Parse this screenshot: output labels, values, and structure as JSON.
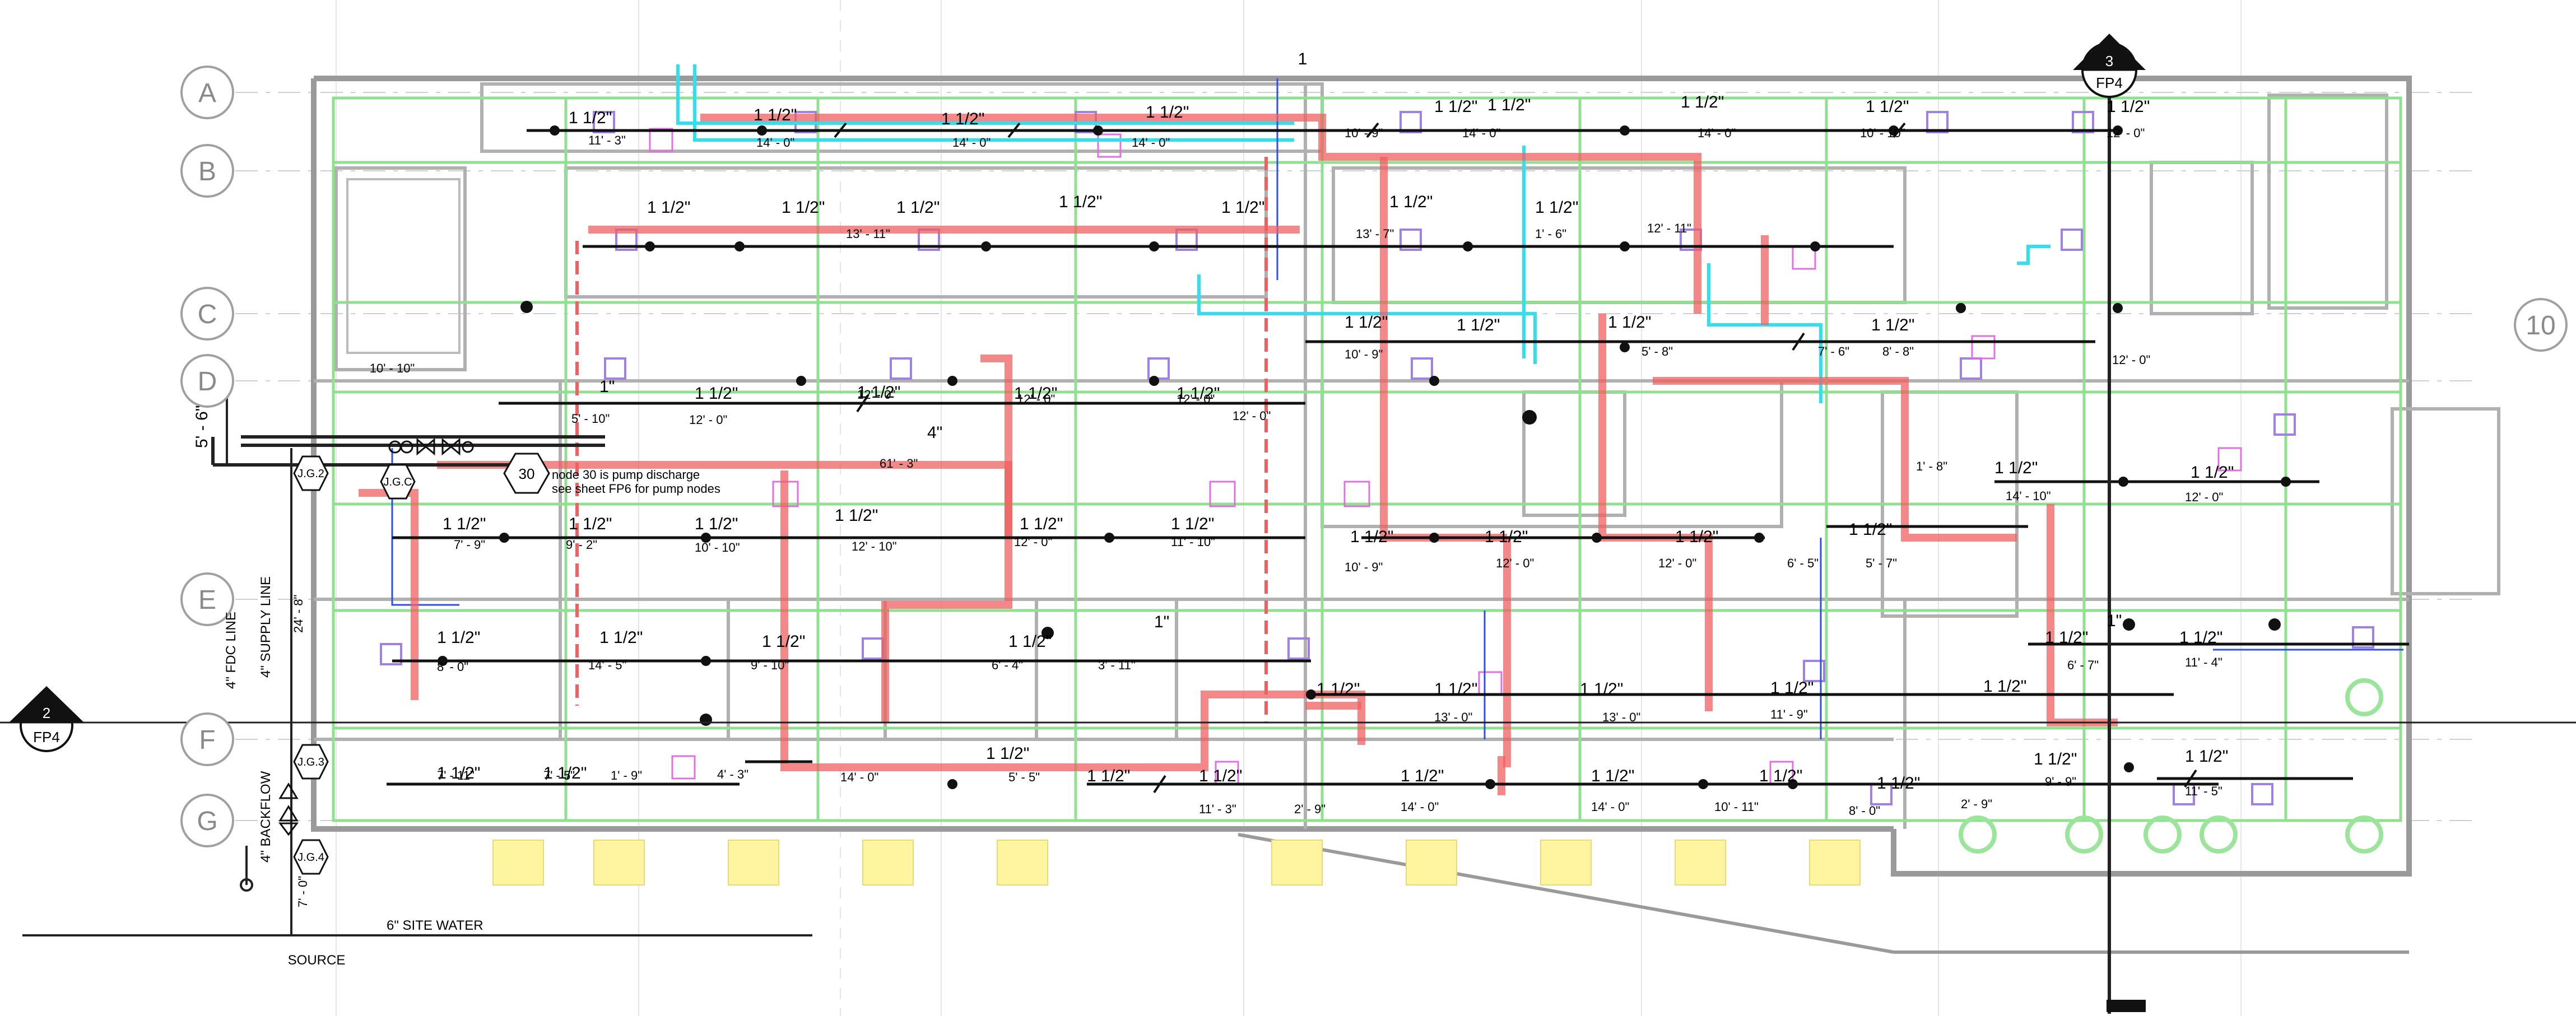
{
  "grid_rows": [
    "A",
    "B",
    "C",
    "D",
    "E",
    "F",
    "G"
  ],
  "grid_right": "10",
  "section_marks": [
    {
      "num": "3",
      "sheet": "FP4"
    },
    {
      "num": "2",
      "sheet": "FP4"
    }
  ],
  "top_mark": "1",
  "node": {
    "number": "30",
    "line1": "node 30 is pump discharge",
    "line2": "see sheet FP6 for pump nodes"
  },
  "hex_tags": [
    "J.G.2",
    "J.G.C",
    "J.G.3",
    "J.G.4"
  ],
  "labels": {
    "fdc": "4\" FDC LINE",
    "supply": "4\" SUPPLY LINE",
    "backflow": "4\" BACKFLOW",
    "site_water": "6\" SITE WATER",
    "source": "SOURCE",
    "main_4in": "4\""
  },
  "dims": {
    "left_5_6": "5' - 6\"",
    "left_24_8": "24' - 8\"",
    "left_7_0": "7' - 0\"",
    "stair_10_10": "10' - 10\"",
    "main_61_3": "61' - 3\"",
    "d_5_10": "5' - 10\"",
    "d_12_0": "12' - 0\""
  },
  "pipe_sizes": {
    "p1_1_2": "1 1/2\"",
    "p1": "1\""
  },
  "row_b_dims": [
    "11' - 3\"",
    "14' - 0\"",
    "14' - 0\"",
    "14' - 0\"",
    "10' - 9\"",
    "14' - 0\"",
    "14' - 0\"",
    "10' - 10\"",
    "12' - 0\""
  ],
  "row_c_dims": [
    "13' - 11\"",
    "13' - 7\"",
    "1' - 6\"",
    "12' - 11\""
  ],
  "row_d_dims": [
    "12' - 0\"",
    "12' - 0\"",
    "12' - 0\"",
    "12' - 0\"",
    "10' - 9\"",
    "5' - 8\"",
    "7' - 6\"",
    "8' - 8\"",
    "12' - 0\""
  ],
  "row_e_dims": [
    "7' - 9\"",
    "9' - 2\"",
    "10' - 10\"",
    "12' - 10\"",
    "12' - 0\"",
    "11' - 10\"",
    "10' - 9\"",
    "12' - 0\"",
    "12' - 0\"",
    "6' - 5\"",
    "5' - 7\"",
    "1' - 8\"",
    "14' - 10\"",
    "12' - 0\""
  ],
  "row_f_dims": [
    "8' - 0\"",
    "14' - 5\"",
    "9' - 10\"",
    "6' - 4\"",
    "3' - 11\"",
    "13' - 0\"",
    "13' - 0\"",
    "11' - 9\"",
    "6' - 7\"",
    "11' - 4\""
  ],
  "row_g_dims": [
    "7' - 11\"",
    "7' - 5\"",
    "1' - 9\"",
    "4' - 3\"",
    "14' - 0\"",
    "5' - 5\"",
    "11' - 3\"",
    "2' - 9\"",
    "14' - 0\"",
    "14' - 0\"",
    "10' - 11\"",
    "8' - 0\"",
    "2' - 9\"",
    "9' - 9\"",
    "11' - 5\""
  ]
}
